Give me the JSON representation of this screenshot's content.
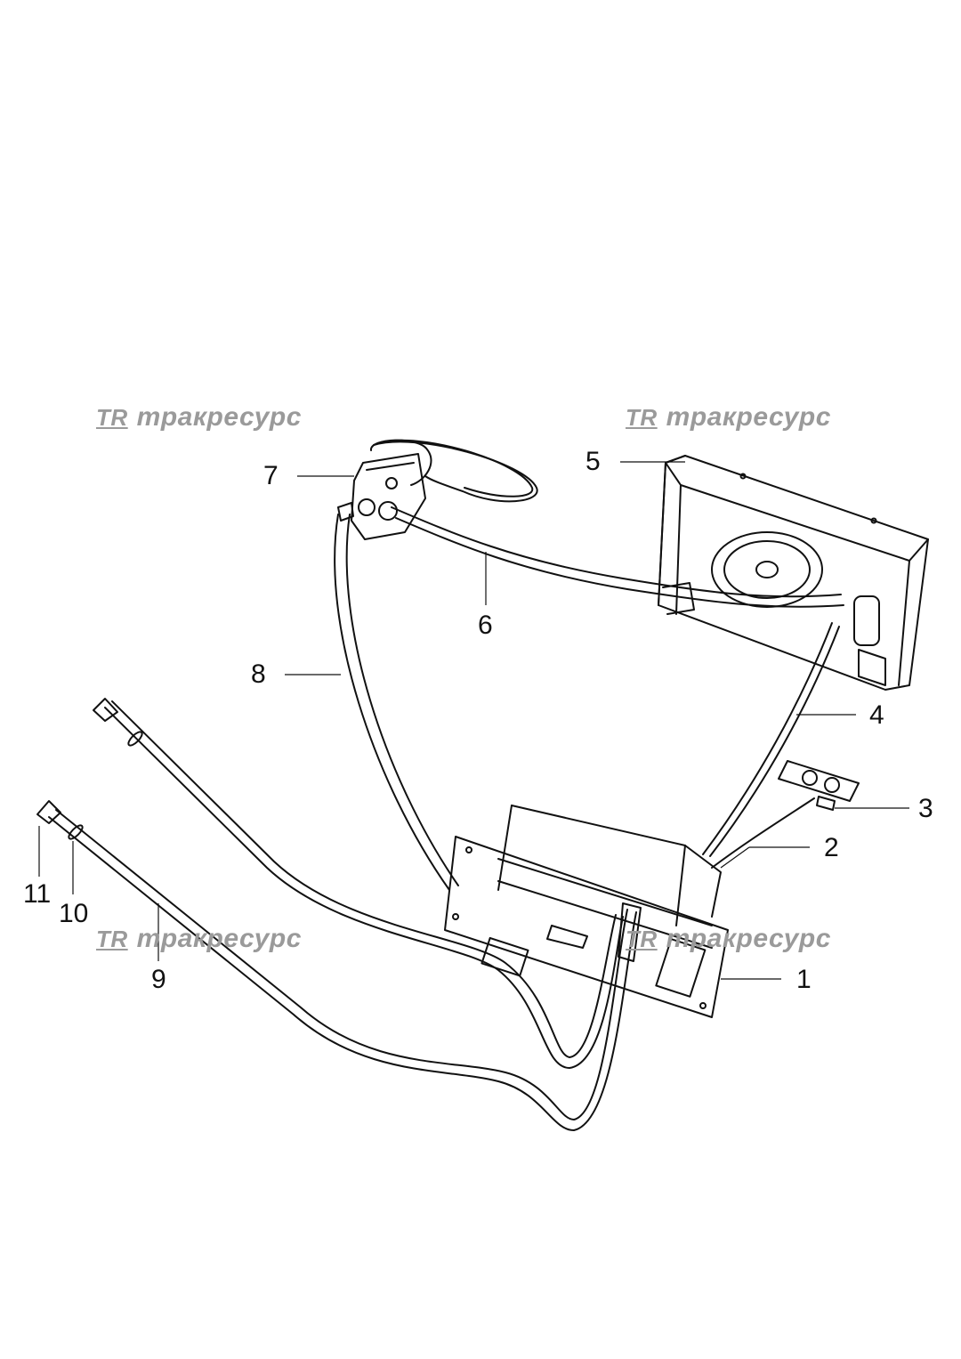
{
  "watermark": {
    "logo": "TR",
    "text": "тракресурс"
  },
  "callouts": [
    "1",
    "2",
    "3",
    "4",
    "5",
    "6",
    "7",
    "8",
    "9",
    "10",
    "11"
  ]
}
